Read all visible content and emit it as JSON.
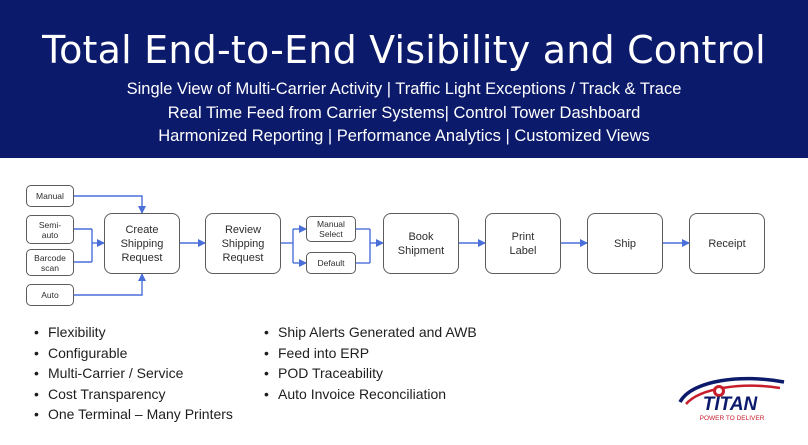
{
  "header": {
    "title": "Total End-to-End Visibility and Control",
    "subtitle_lines": [
      "Single View of Multi-Carrier Activity | Traffic Light Exceptions / Track & Trace",
      "Real Time Feed from Carrier Systems| Control Tower Dashboard",
      "Harmonized Reporting | Performance Analytics | Customized Views"
    ]
  },
  "diagram": {
    "inputs": [
      "Manual",
      "Semi-\nauto",
      "Barcode\nscan",
      "Auto"
    ],
    "create": "Create\nShipping\nRequest",
    "review": "Review\nShipping\nRequest",
    "options": [
      "Manual\nSelect",
      "Default"
    ],
    "steps": [
      "Book\nShipment",
      "Print\nLabel",
      "Ship",
      "Receipt"
    ],
    "line_color": "#4a6fd8",
    "box_border_color": "#5c5c5c"
  },
  "features": {
    "left": [
      "Flexibility",
      "Configurable",
      "Multi-Carrier / Service",
      "Cost Transparency",
      "One Terminal – Many Printers"
    ],
    "right": [
      "Ship Alerts Generated and AWB",
      "Feed into ERP",
      "POD Traceability",
      "Auto Invoice Reconciliation"
    ]
  },
  "logo": {
    "name": "TITAN",
    "tagline": "POWER TO DELIVER",
    "colors": {
      "navy": "#0c1a6b",
      "red": "#c81e2c"
    }
  },
  "colors": {
    "banner_bg": "#0c1a6b"
  }
}
